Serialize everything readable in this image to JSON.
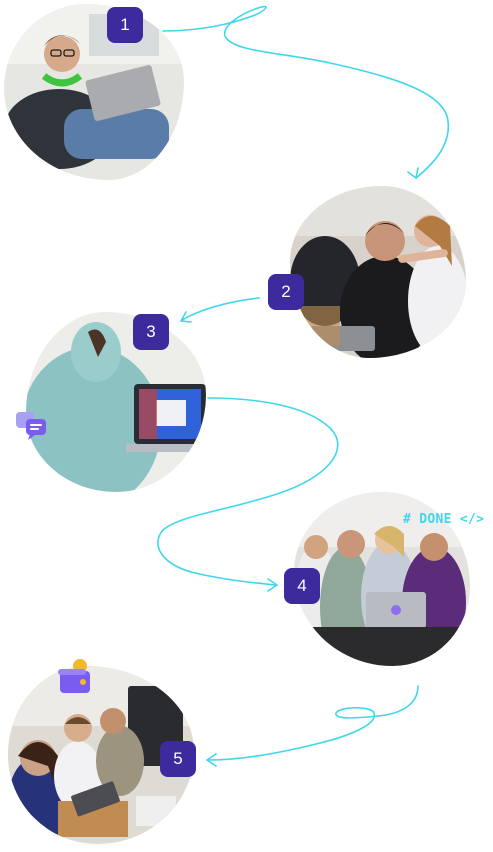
{
  "steps": [
    {
      "number": "1",
      "photo": "man-with-laptop-and-headphones"
    },
    {
      "number": "2",
      "photo": "students-pointing-at-screen"
    },
    {
      "number": "3",
      "photo": "person-in-hoodie-on-video-call"
    },
    {
      "number": "4",
      "photo": "team-around-laptop"
    },
    {
      "number": "5",
      "photo": "students-working-at-computers"
    }
  ],
  "decorations": {
    "done_text": "# DONE </>",
    "chat_icon": "chat-bubbles-icon",
    "wallet_icon": "wallet-coin-icon"
  },
  "colors": {
    "badge": "#3d2a9c",
    "connector": "#3fd7ea",
    "accent_purple": "#7b5cf0"
  }
}
